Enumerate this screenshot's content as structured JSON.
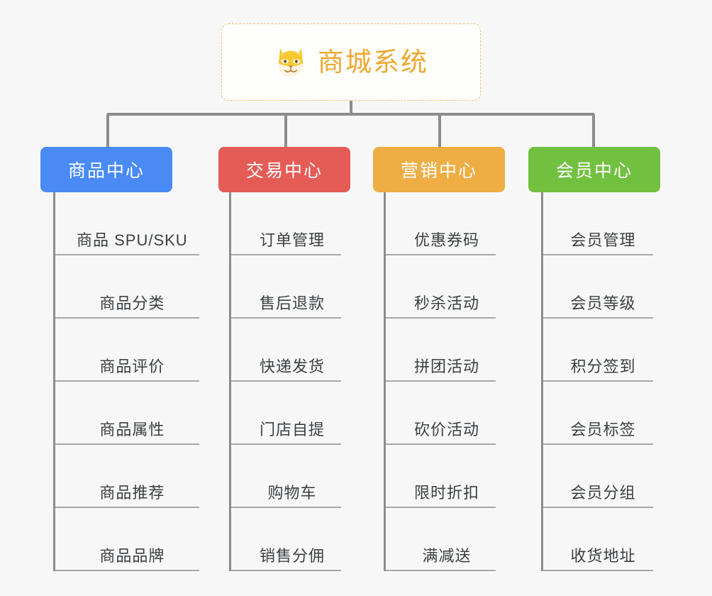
{
  "background_color": "#f7f7f7",
  "root": {
    "title": "商城系统",
    "icon": "dog-face-icon",
    "text_color": "#eda92f",
    "border_color": "#f0c070",
    "fill_color": "#fdfdfc"
  },
  "connector_color": "#8c8c8c",
  "leaf_line_color": "#a8a8a8",
  "leaf_text_color": "#3b3f42",
  "columns": [
    {
      "category": "商品中心",
      "color": "#4a8af4",
      "items": [
        "商品 SPU/SKU",
        "商品分类",
        "商品评价",
        "商品属性",
        "商品推荐",
        "商品品牌"
      ]
    },
    {
      "category": "交易中心",
      "color": "#e55c57",
      "items": [
        "订单管理",
        "售后退款",
        "快递发货",
        "门店自提",
        "购物车",
        "销售分佣"
      ]
    },
    {
      "category": "营销中心",
      "color": "#eeae44",
      "items": [
        "优惠券码",
        "秒杀活动",
        "拼团活动",
        "砍价活动",
        "限时折扣",
        "满减送"
      ]
    },
    {
      "category": "会员中心",
      "color": "#72c040",
      "items": [
        "会员管理",
        "会员等级",
        "积分签到",
        "会员标签",
        "会员分组",
        "收货地址"
      ]
    }
  ]
}
